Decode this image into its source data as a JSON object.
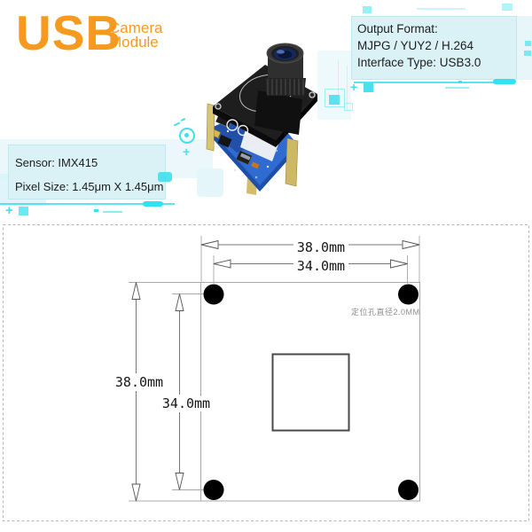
{
  "logo": {
    "title": "USB",
    "subtitle_line1": "Camera",
    "subtitle_line2": "Module",
    "color": "#F59A1F"
  },
  "output_box": {
    "line1": "Output Format:",
    "line2": "MJPG / YUY2 / H.264",
    "line3": "Interface Type: USB3.0",
    "bg": "#DAF2F6"
  },
  "sensor_box": {
    "line1": "Sensor: IMX415",
    "line2": "Pixel Size: 1.45μm X 1.45μm",
    "bg": "#DAF2F6"
  },
  "decor": {
    "plus": "+",
    "accent_cyan": "#3FDFEC"
  },
  "diagram": {
    "dim_top_outer": "38.0mm",
    "dim_top_inner": "34.0mm",
    "dim_left_outer": "38.0mm",
    "dim_left_inner": "34.0mm",
    "hole_note": "定位孔直径2.0MM",
    "hole_count": 4,
    "line_color": "#9B9B9B",
    "hole_color": "#000000"
  }
}
